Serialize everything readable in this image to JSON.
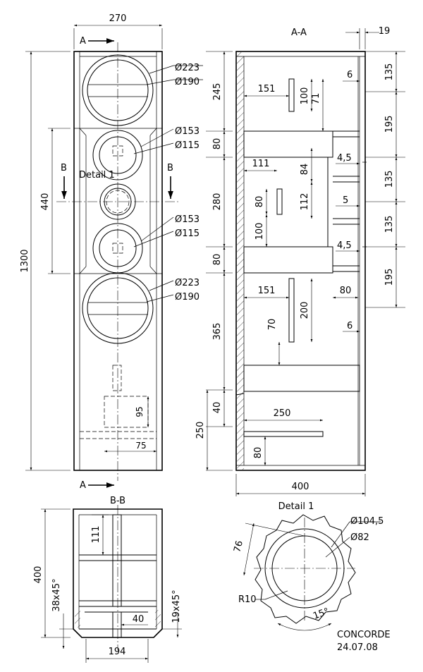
{
  "front": {
    "width": "270",
    "height": "1300",
    "spacing": "440",
    "section_label": "A",
    "section_b": "B",
    "detail_label": "Detail 1",
    "d1a": "Ø223",
    "d1b": "Ø190",
    "d2a": "Ø153",
    "d2b": "Ø115",
    "d3a": "Ø153",
    "d3b": "Ø115",
    "d4a": "Ø223",
    "d4b": "Ø190",
    "port_h": "95",
    "port_w": "75"
  },
  "section_aa": {
    "title": "A-A",
    "top": "19",
    "d245": "245",
    "d151a": "151",
    "d100a": "100",
    "d71": "71",
    "d6a": "6",
    "d135a": "135",
    "d195a": "195",
    "d80a": "80",
    "d111": "111",
    "d84": "84",
    "d45a": "4,5",
    "d135b": "135",
    "d280": "280",
    "d80b": "80",
    "d112": "112",
    "d100b": "100",
    "d5": "5",
    "d135c": "135",
    "d45b": "4,5",
    "d80c": "80",
    "d195b": "195",
    "d151b": "151",
    "d80d": "80",
    "d200": "200",
    "d365": "365",
    "d70": "70",
    "d6b": "6",
    "d40": "40",
    "d250a": "250",
    "d250b": "250",
    "d80e": "80",
    "width": "400"
  },
  "section_bb": {
    "title": "B-B",
    "d111": "111",
    "d400": "400",
    "d38x45": "38x45°",
    "d19x45": "19x45°",
    "d40": "40",
    "d194": "194"
  },
  "detail1": {
    "title": "Detail 1",
    "d1045": "Ø104,5",
    "d82": "Ø82",
    "d76": "76",
    "r10": "R10",
    "a15": "15°"
  },
  "footer": {
    "name": "CONCORDE",
    "date": "24.07.08"
  }
}
